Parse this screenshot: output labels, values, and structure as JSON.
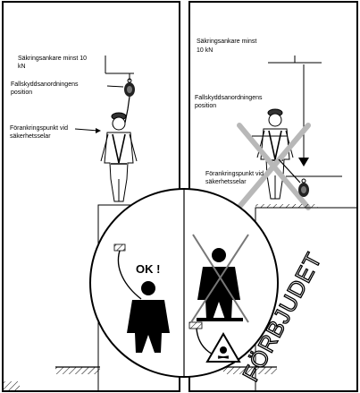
{
  "left_panel": {
    "anchor_label_line1": "Säkringsankare minst 10",
    "anchor_label_line2": "kN",
    "device_label_line1": "Fallskyddsanordningens",
    "device_label_line2": "position",
    "attach_label_line1": "Förankringspunkt vid",
    "attach_label_line2": "säkerhetsselar"
  },
  "right_panel": {
    "anchor_label_line1": "Säkringsankare minst",
    "anchor_label_line2": "10 kN",
    "device_label_line1": "Fallskyddsanordningens",
    "device_label_line2": "position",
    "attach_label_line1": "Förankringspunkt vid",
    "attach_label_line2": "säkerhetsselar"
  },
  "circle": {
    "ok_text": "OK !"
  },
  "forbidden_text": "FÖRBJUDET",
  "colors": {
    "line": "#000000",
    "cross": "#b8b8b8",
    "background": "#ffffff"
  }
}
